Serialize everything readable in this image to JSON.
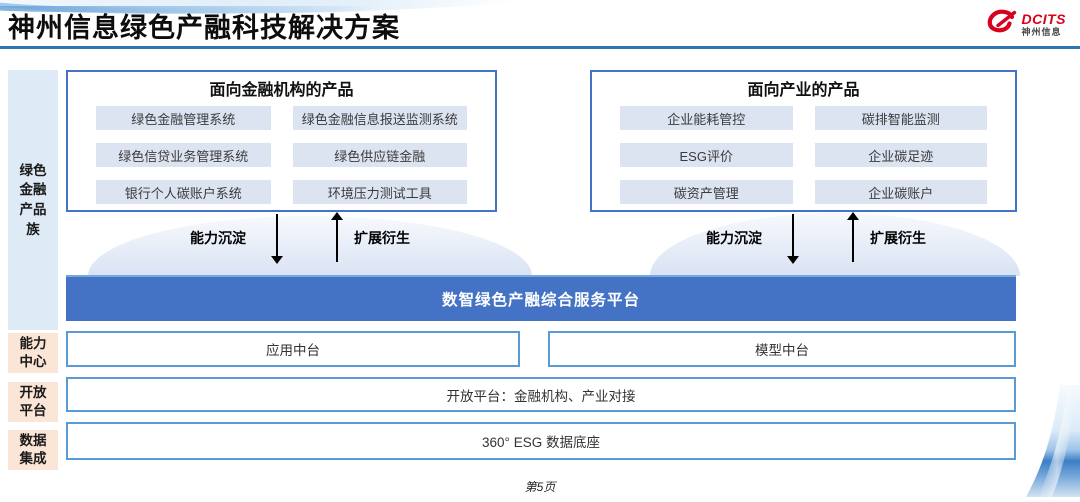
{
  "page": {
    "title": "神州信息绿色产融科技解决方案",
    "page_number": "第5页"
  },
  "logo": {
    "brand": "DCITS",
    "company": "神州信息"
  },
  "sidebar": {
    "product_family": "绿色金融产品族",
    "capability_center": "能力中心",
    "open_platform": "开放平台",
    "data_integration": "数据集成"
  },
  "groups": [
    {
      "title": "面向金融机构的产品",
      "items": [
        "绿色金融管理系统",
        "绿色金融信息报送监测系统",
        "绿色信贷业务管理系统",
        "绿色供应链金融",
        "银行个人碳账户系统",
        "环境压力测试工具"
      ]
    },
    {
      "title": "面向产业的产品",
      "items": [
        "企业能耗管控",
        "碳排智能监测",
        "ESG评价",
        "企业碳足迹",
        "碳资产管理",
        "企业碳账户"
      ]
    }
  ],
  "flow": {
    "down_label": "能力沉淀",
    "up_label": "扩展衍生"
  },
  "platform": {
    "title": "数智绿色产融综合服务平台"
  },
  "capability_row": {
    "left": "应用中台",
    "right": "模型中台"
  },
  "open_row": {
    "label": "开放平台：金融机构、产业对接"
  },
  "data_row": {
    "label": "360° ESG 数据底座"
  },
  "colors": {
    "accent_blue": "#4472C4",
    "light_border_blue": "#5B9BD5",
    "title_rule_blue": "#2E75B6",
    "item_bg": "#DCE3F1",
    "sidebar_blue_bg": "#DEEBF7",
    "sidebar_peach_bg": "#FBE5D6",
    "logo_red": "#D9001B"
  }
}
